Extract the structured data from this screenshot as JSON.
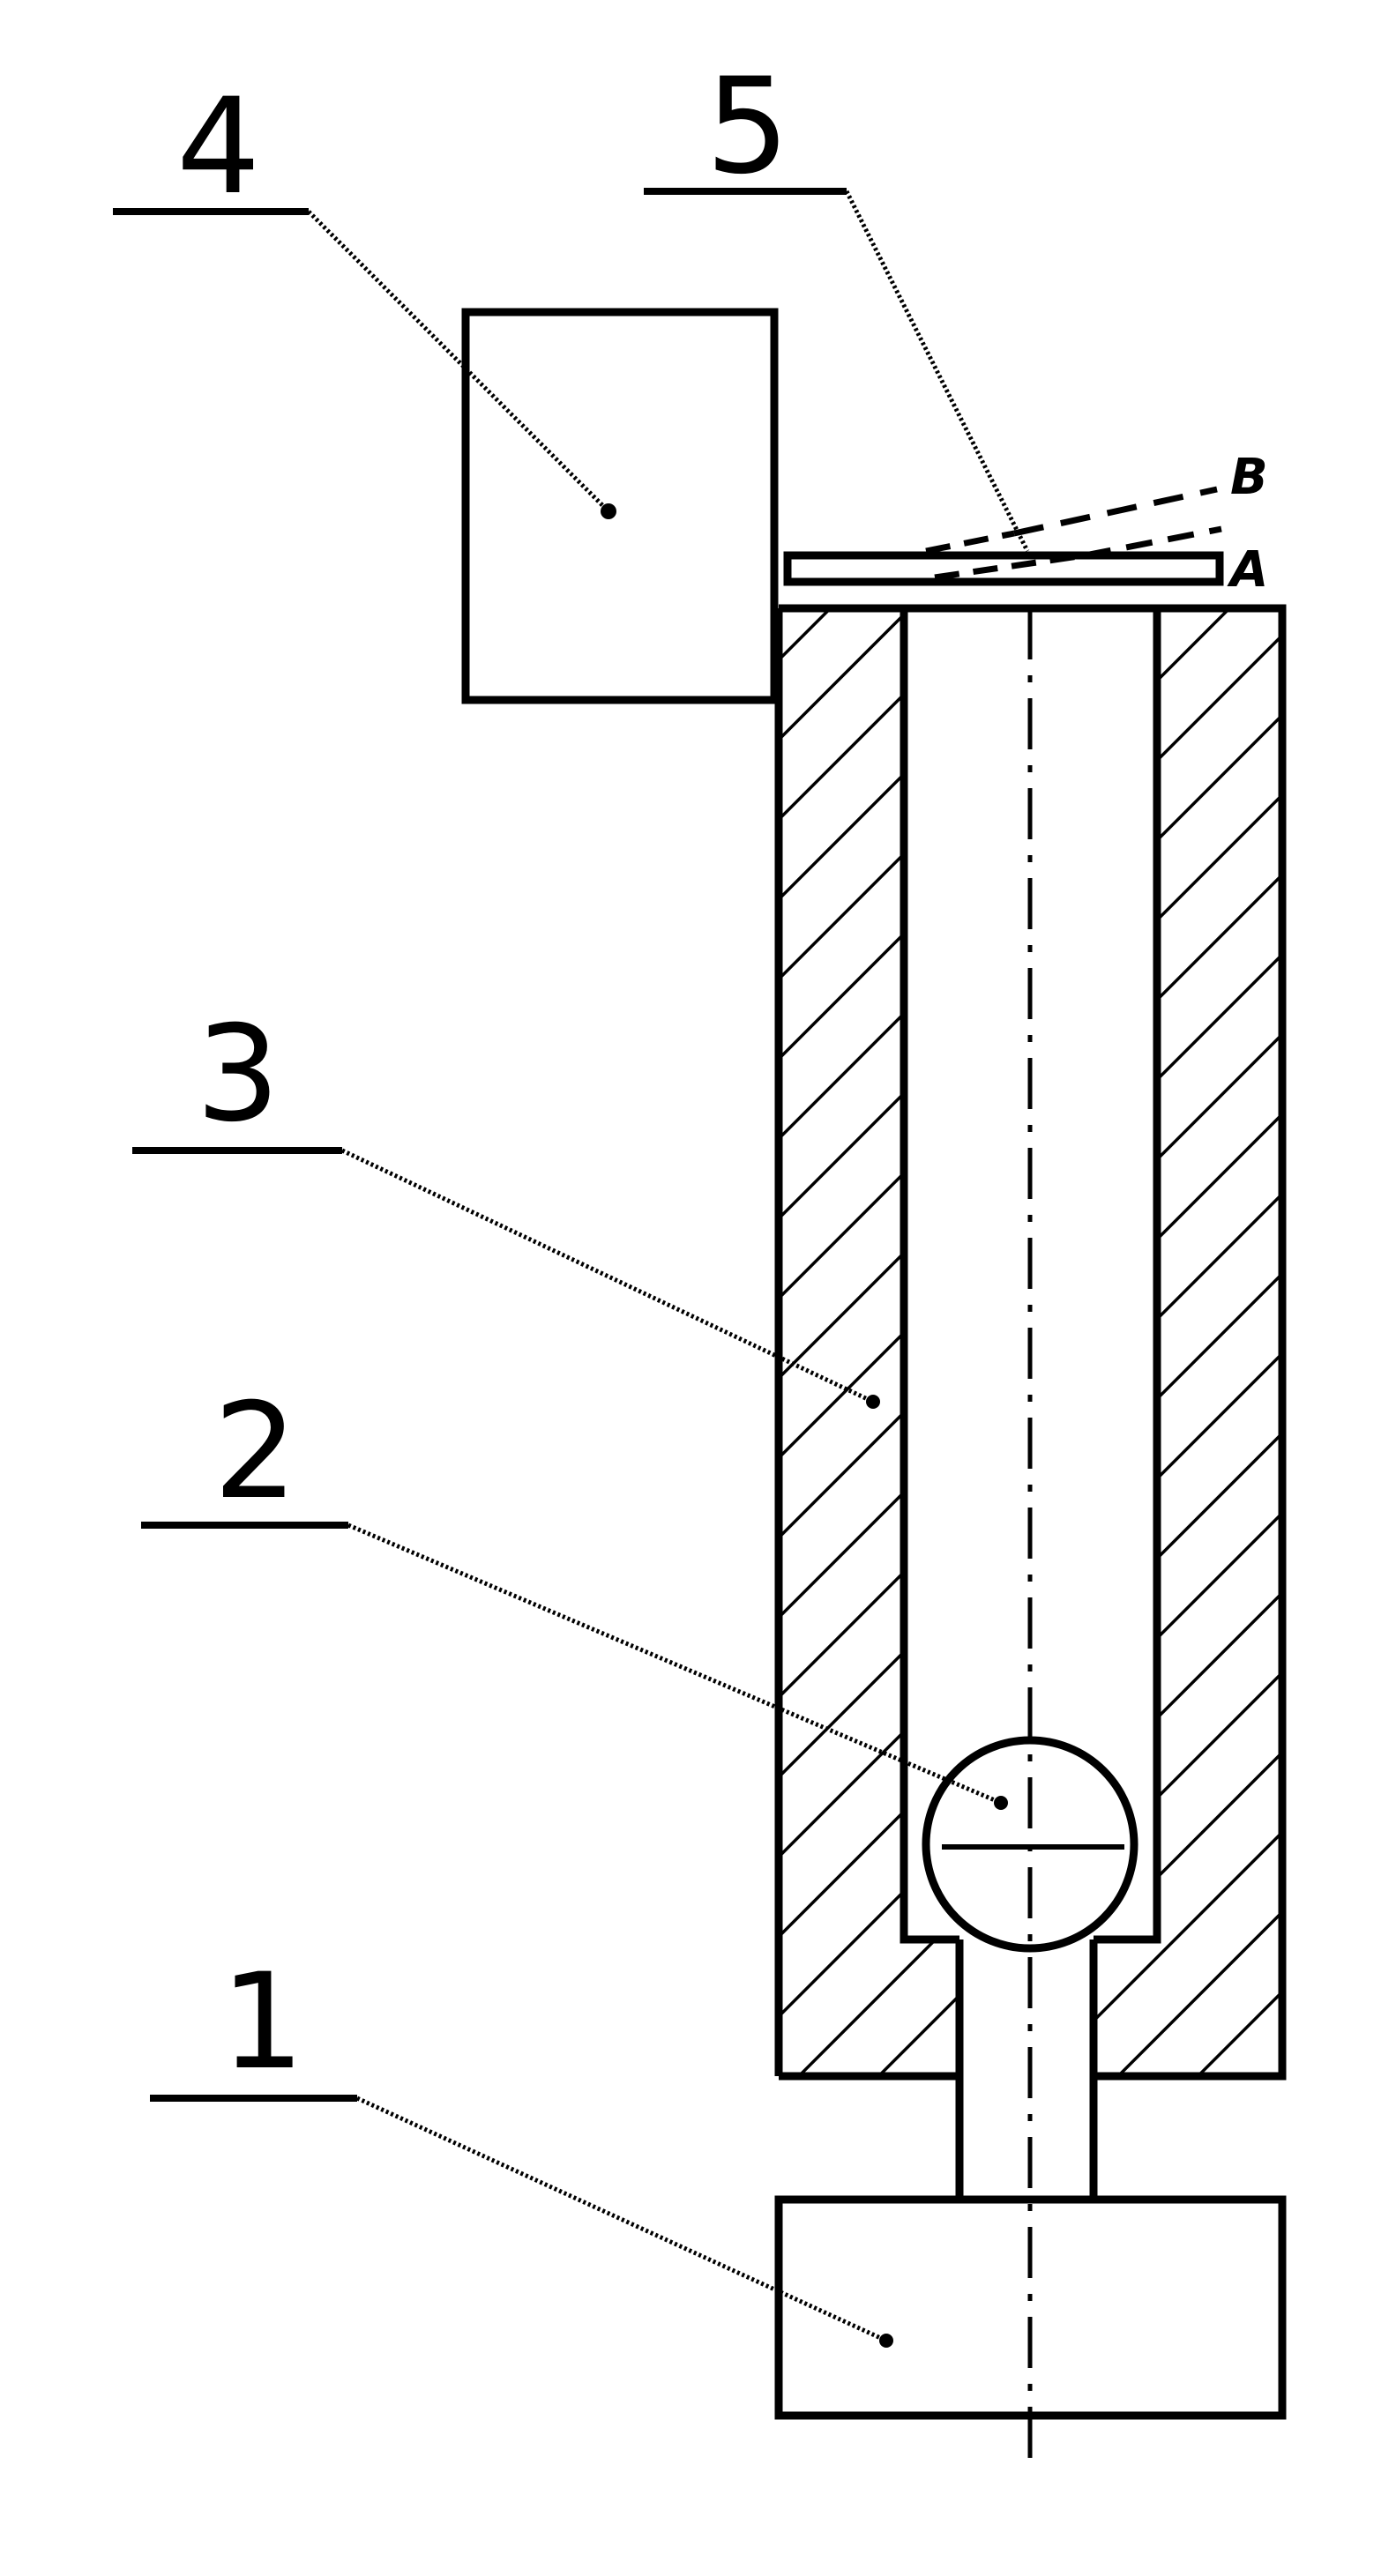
{
  "labels": {
    "part_1": "1",
    "part_2": "2",
    "part_3": "3",
    "part_4": "4",
    "part_5": "5",
    "position_a": "A",
    "position_b": "B"
  }
}
